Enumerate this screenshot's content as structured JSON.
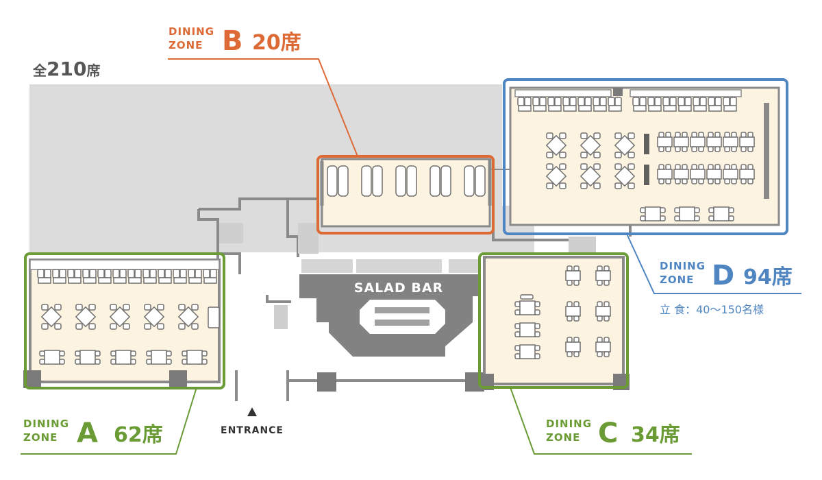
{
  "total": {
    "prefix": "全",
    "number": "210",
    "suffix": "席"
  },
  "zones": [
    {
      "line1": "DINING",
      "line2": "ZONE",
      "letter": "A",
      "seats": "62席",
      "color": "#6a9b35"
    },
    {
      "line1": "DINING",
      "line2": "ZONE",
      "letter": "B",
      "seats": "20席",
      "color": "#dd6a35"
    },
    {
      "line1": "DINING",
      "line2": "ZONE",
      "letter": "C",
      "seats": "34席",
      "color": "#6a9b35"
    },
    {
      "line1": "DINING",
      "line2": "ZONE",
      "letter": "D",
      "seats": "94席",
      "color": "#4f85c0",
      "note": "立 食：40〜150名様"
    }
  ],
  "salad_bar": "SALAD BAR",
  "entrance": "ENTRANCE",
  "colors": {
    "floor": "#fdf3e1",
    "wall": "#8a8a8a",
    "outside": "#d9d9d9",
    "furniture": "#707070"
  }
}
